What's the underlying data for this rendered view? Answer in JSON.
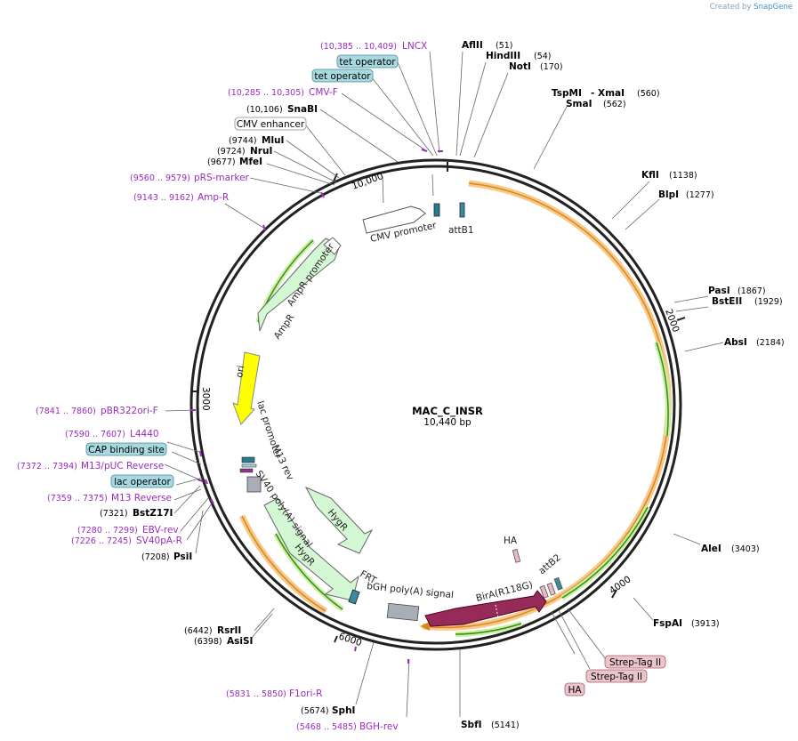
{
  "credit": {
    "prefix": "Created by",
    "brand": "SnapGene"
  },
  "plasmid": {
    "name": "MAC_C_INSR",
    "length": "10,440 bp"
  },
  "ticks": [
    "2000",
    "4000",
    "6000",
    "10,000",
    "3000"
  ],
  "inner_features": [
    {
      "id": "cmv-promoter",
      "label": "CMV promoter"
    },
    {
      "id": "attb1",
      "label": "attB1"
    },
    {
      "id": "ampr-promoter",
      "label": "AmpR promoter"
    },
    {
      "id": "ampr",
      "label": "AmpR"
    },
    {
      "id": "ori",
      "label": "ori"
    },
    {
      "id": "lac-promoter",
      "label": "lac promoter"
    },
    {
      "id": "m13-rev",
      "label": "M13 rev"
    },
    {
      "id": "sv40-polya",
      "label": "SV40 poly(A) signal"
    },
    {
      "id": "hygr-1",
      "label": "HygR"
    },
    {
      "id": "hygr-2",
      "label": "HygR"
    },
    {
      "id": "frt",
      "label": "FRT"
    },
    {
      "id": "bgh-polya",
      "label": "bGH poly(A) signal"
    },
    {
      "id": "bira",
      "label": "BirA(R118G)"
    },
    {
      "id": "ha-inner",
      "label": "HA"
    },
    {
      "id": "attb2",
      "label": "attB2"
    }
  ],
  "sites": [
    {
      "id": "afl2",
      "name": "AflII",
      "pos": "(51)"
    },
    {
      "id": "hind3",
      "name": "HindIII",
      "pos": "(54)"
    },
    {
      "id": "not1",
      "name": "NotI",
      "pos": "(170)"
    },
    {
      "id": "tspmi",
      "name": "TspMI",
      "pos": ""
    },
    {
      "id": "xmai",
      "name": "- XmaI",
      "pos": "(560)"
    },
    {
      "id": "smai",
      "name": "SmaI",
      "pos": "(562)"
    },
    {
      "id": "kfli",
      "name": "KflI",
      "pos": "(1138)"
    },
    {
      "id": "blpi",
      "name": "BlpI",
      "pos": "(1277)"
    },
    {
      "id": "pasi",
      "name": "PasI",
      "pos": "(1867)"
    },
    {
      "id": "bsteii",
      "name": "BstEII",
      "pos": "(1929)"
    },
    {
      "id": "absi",
      "name": "AbsI",
      "pos": "(2184)"
    },
    {
      "id": "alei",
      "name": "AleI",
      "pos": "(3403)"
    },
    {
      "id": "fspai",
      "name": "FspAI",
      "pos": "(3913)"
    },
    {
      "id": "sbfi",
      "name": "SbfI",
      "pos": "(5141)"
    },
    {
      "id": "sphi",
      "name": "SphI",
      "pos": "(5674)"
    },
    {
      "id": "asisi",
      "name": "AsiSI",
      "pos": "(6398)"
    },
    {
      "id": "rsrii",
      "name": "RsrII",
      "pos": "(6442)"
    },
    {
      "id": "psii",
      "name": "PsiI",
      "pos": "(7208)"
    },
    {
      "id": "bstz17i",
      "name": "BstZ17I",
      "pos": "(7321)"
    },
    {
      "id": "mfei",
      "name": "MfeI",
      "pos": "(9677)"
    },
    {
      "id": "nrui",
      "name": "NruI",
      "pos": "(9724)"
    },
    {
      "id": "mlui",
      "name": "MluI",
      "pos": "(9744)"
    },
    {
      "id": "snabi",
      "name": "SnaBI",
      "pos": "(10,106)"
    }
  ],
  "primers": [
    {
      "id": "lncx",
      "pos": "(10,385 .. 10,409)",
      "name": "LNCX"
    },
    {
      "id": "cmvf",
      "pos": "(10,285 .. 10,305)",
      "name": "CMV-F"
    },
    {
      "id": "prsmarker",
      "pos": "(9560 .. 9579)",
      "name": "pRS-marker"
    },
    {
      "id": "ampr-primer",
      "pos": "(9143 .. 9162)",
      "name": "Amp-R"
    },
    {
      "id": "pbr322ori",
      "pos": "(7841 .. 7860)",
      "name": "pBR322ori-F"
    },
    {
      "id": "l4440",
      "pos": "(7590 .. 7607)",
      "name": "L4440"
    },
    {
      "id": "m13puc",
      "pos": "(7372 .. 7394)",
      "name": "M13/pUC Reverse"
    },
    {
      "id": "m13rev",
      "pos": "(7359 .. 7375)",
      "name": "M13 Reverse"
    },
    {
      "id": "ebvrev",
      "pos": "(7280 .. 7299)",
      "name": "EBV-rev"
    },
    {
      "id": "sv40pa",
      "pos": "(7226 .. 7245)",
      "name": "SV40pA-R"
    },
    {
      "id": "f1ori",
      "pos": "(5831 .. 5850)",
      "name": "F1ori-R"
    },
    {
      "id": "bghrev",
      "pos": "(5468 .. 5485)",
      "name": "BGH-rev"
    }
  ],
  "boxed": [
    {
      "id": "tet1",
      "label": "tet operator"
    },
    {
      "id": "tet2",
      "label": "tet operator"
    },
    {
      "id": "cmvenh",
      "label": "CMV enhancer"
    },
    {
      "id": "cap",
      "label": "CAP binding site"
    },
    {
      "id": "lacop",
      "label": "lac operator"
    },
    {
      "id": "strep1",
      "label": "Strep-Tag II"
    },
    {
      "id": "strep2",
      "label": "Strep-Tag II"
    },
    {
      "id": "ha-box",
      "label": "HA"
    }
  ]
}
